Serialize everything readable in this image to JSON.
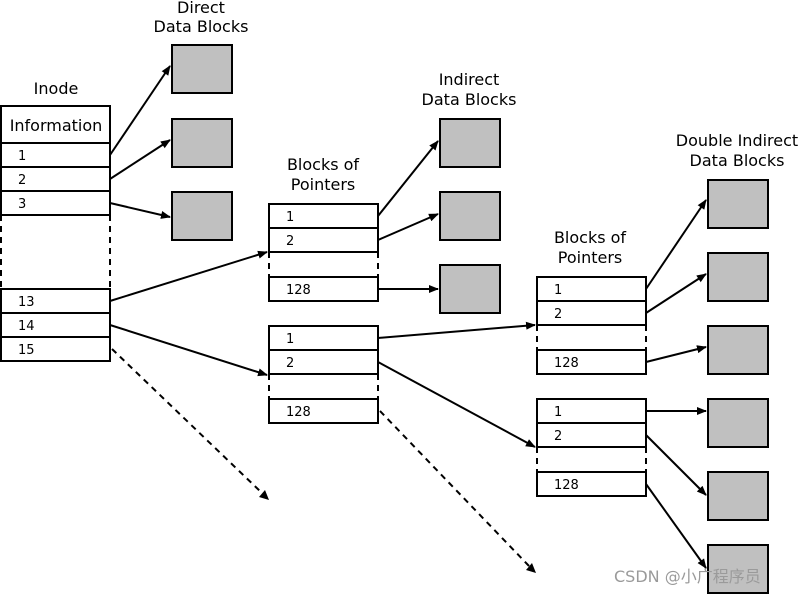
{
  "titles": {
    "direct_1": "Direct",
    "direct_2": "Data Blocks",
    "inode": "Inode",
    "indirect_1": "Indirect",
    "indirect_2": "Data Blocks",
    "bop1_1": "Blocks of",
    "bop1_2": "Pointers",
    "bop2_1": "Blocks of",
    "bop2_2": "Pointers",
    "double_1": "Double Indirect",
    "double_2": "Data Blocks"
  },
  "inode": {
    "info": "Information",
    "ptr1": "1",
    "ptr2": "2",
    "ptr3": "3",
    "ptr13": "13",
    "ptr14": "14",
    "ptr15": "15"
  },
  "pointer_blocks": {
    "a1": "1",
    "a2": "2",
    "a128": "128",
    "b1": "1",
    "b2": "2",
    "b128": "128",
    "c1": "1",
    "c2": "2",
    "c128": "128",
    "d1": "1",
    "d2": "2",
    "d128": "128"
  },
  "watermark": "CSDN @小广程序员"
}
